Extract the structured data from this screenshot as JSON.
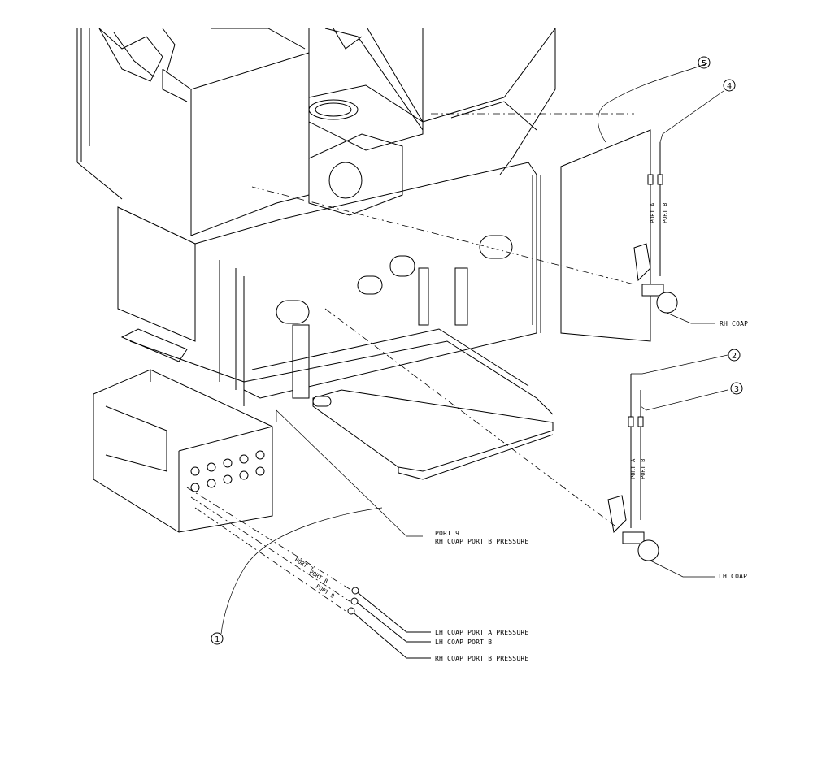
{
  "callouts": {
    "rh_coap": "RH COAP",
    "lh_coap": "LH COAP",
    "port9_title": "PORT 9",
    "port9_desc": "RH COAP PORT B PRESSURE",
    "lh_port_a_pressure": "LH COAP PORT A PRESSURE",
    "lh_port_b": "LH COAP PORT B",
    "rh_port_b_pressure": "RH COAP PORT B PRESSURE"
  },
  "balloons": [
    "1",
    "2",
    "3",
    "4",
    "5"
  ],
  "hose_labels": {
    "rh_port_a": "PORT A",
    "rh_port_b": "PORT B",
    "lh_port_a": "PORT A",
    "lh_port_b": "PORT B",
    "panel_port_7": "PORT 7",
    "panel_port_8": "PORT 8",
    "panel_port_9": "PORT 9"
  }
}
